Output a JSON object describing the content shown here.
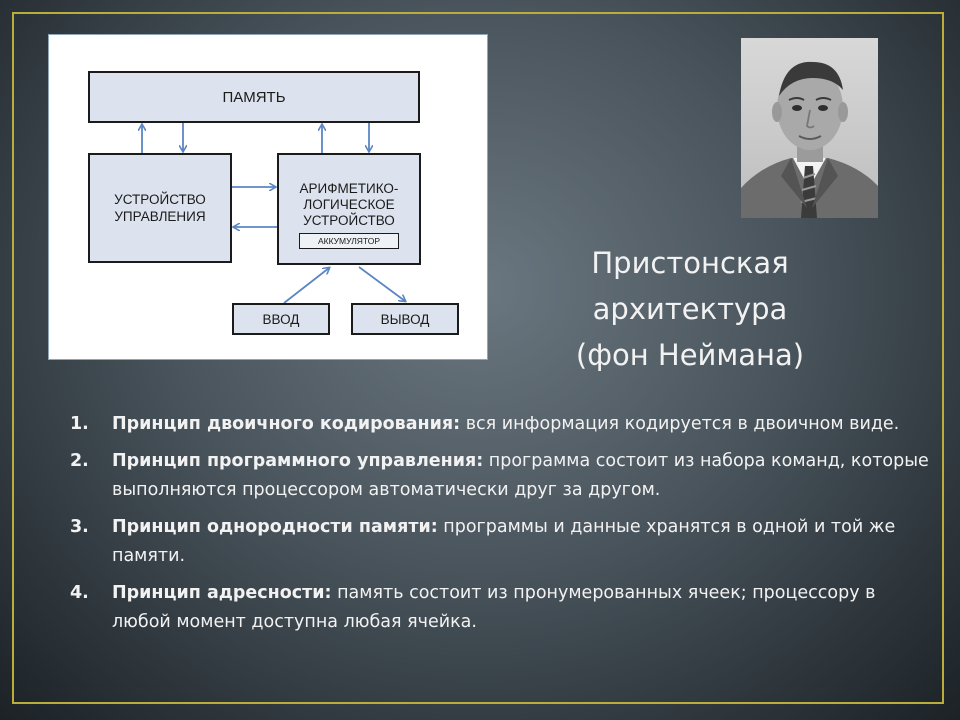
{
  "diagram": {
    "memory": "ПАМЯТЬ",
    "control_unit": [
      "УСТРОЙСТВО",
      "УПРАВЛЕНИЯ"
    ],
    "alu": [
      "АРИФМЕТИКО-",
      "ЛОГИЧЕСКОЕ",
      "УСТРОЙСТВО"
    ],
    "accumulator": "АККУМУЛЯТОР",
    "input": "ВВОД",
    "output": "ВЫВОД"
  },
  "title_lines": [
    "Пристонская",
    "архитектура",
    "(фон Неймана)"
  ],
  "principles": [
    {
      "num": "1.",
      "name": "Принцип двоичного кодирования:",
      "text": " вся информация кодируется в двоичном виде."
    },
    {
      "num": "2.",
      "name": "Принцип программного управления:",
      "text": " программа состоит из набора команд, которые выполняются процессором автоматически друг за другом."
    },
    {
      "num": "3.",
      "name": "Принцип однородности памяти:",
      "text": " программы и данные хранятся в одной и той же памяти."
    },
    {
      "num": "4.",
      "name": "Принцип адресности:",
      "text": " память состоит из пронумерованных ячеек; процессору в любой момент доступна любая ячейка."
    }
  ],
  "colors": {
    "frame": "#b9ad3c",
    "box_fill": "#dde3ee",
    "arrow": "#5b86c4",
    "text": "#f2f2f2"
  }
}
